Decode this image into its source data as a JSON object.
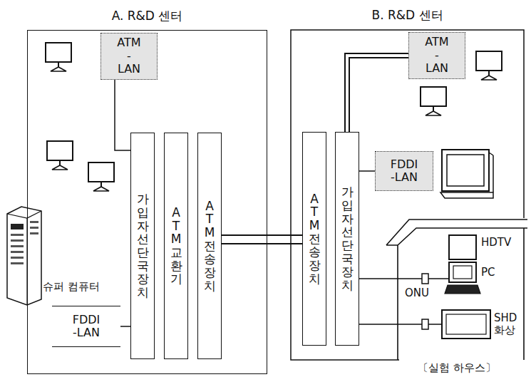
{
  "diagram": {
    "nodes": [
      {
        "text": [
          "A. R&D 센터"
        ]
      },
      {
        "text": [
          "ATM -LAN"
        ],
        "in": 0
      },
      {
        "text": [
          "가입자선단국장치"
        ],
        "in": 0
      },
      {
        "text": [
          "ATM교환기"
        ],
        "in": 0
      },
      {
        "text": [
          "ATM전송장치"
        ],
        "in": 0
      },
      {
        "text": [
          "FDDI -LAN"
        ],
        "in": 0
      },
      {
        "text": [
          "B. R&D 센터"
        ]
      },
      {
        "text": [
          "ATM -LAN"
        ],
        "in": 6
      },
      {
        "text": [
          "ATM전송장치"
        ],
        "in": 6
      },
      {
        "text": [
          "가입자선단국장치"
        ],
        "in": 6
      },
      {
        "text": [
          "FDDI -LAN"
        ],
        "in": 6
      },
      {
        "text": [
          "〔실험 하우스〕"
        ],
        "in": 6
      }
    ],
    "edges": [
      {
        "from": 1,
        "to": 2,
        "arrow": "none"
      },
      {
        "from": 5,
        "to": 2,
        "arrow": "none"
      },
      {
        "from": 4,
        "to": 8,
        "arrow": "none"
      },
      {
        "from": 7,
        "to": 9,
        "arrow": "none"
      },
      {
        "from": 10,
        "to": 9,
        "arrow": "none"
      }
    ],
    "labels": [
      "슈퍼 컴퓨터",
      "HDTV",
      "PC",
      "ONU",
      "SHD 화상"
    ]
  }
}
